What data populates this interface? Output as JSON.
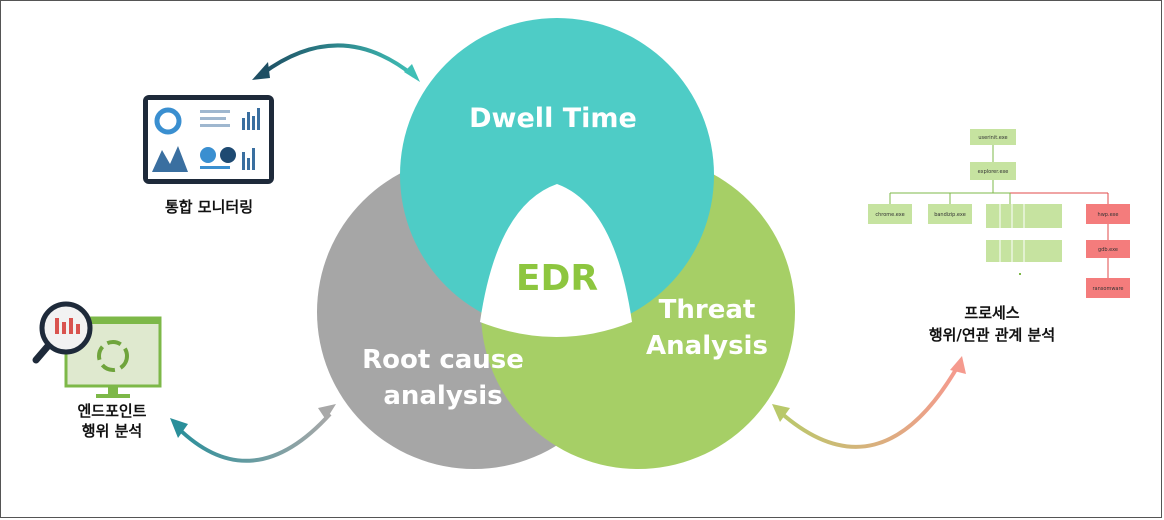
{
  "center_label": "EDR",
  "circles": {
    "top": {
      "line1": "Dwell Time",
      "color": "#4ECCC6"
    },
    "left": {
      "line1": "Root cause",
      "line2": "analysis",
      "color": "#A6A6A6"
    },
    "right": {
      "line1": "Threat",
      "line2": "Analysis",
      "color": "#A6CF66"
    }
  },
  "monitoring": {
    "caption": "통합 모니터링"
  },
  "endpoint": {
    "caption_line1": "엔드포인트",
    "caption_line2": "행위 분석"
  },
  "process": {
    "caption_line1": "프로세스",
    "caption_line2": "행위/연관 관계 분석",
    "nodes": {
      "root": "userinit.exe",
      "explorer": "explorer.exe",
      "chrome": "chrome.exe",
      "bandizip": "bandizip.exe",
      "hwp": "hwp.exe",
      "gdb": "gdb.exe",
      "ransomware": "ransomware"
    }
  },
  "colors": {
    "edr_text": "#8DC63F",
    "danger": "#F47C7C",
    "node": "#C6E3A0"
  }
}
